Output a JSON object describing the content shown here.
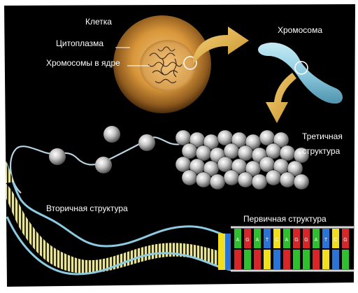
{
  "labels": {
    "cell": "Клетка",
    "cytoplasm": "Цитоплазма",
    "nuclear_chromosomes": "Хромосомы в ядре",
    "chromosome": "Хромосома",
    "tertiary_line1": "Третичная",
    "tertiary_line2": "структура",
    "secondary": "Вторичная структура",
    "primary": "Первичная структура"
  },
  "base_letters": [
    "A",
    "G",
    "A",
    "T",
    "C",
    "A",
    "G",
    "G",
    "A",
    "T",
    "C",
    "G"
  ],
  "colors": {
    "background": "#000000",
    "cell_orange": "#d8963a",
    "arrow_gold": "#e6b54a",
    "chromosome_blue": "#8ecbe0",
    "nucleosome_gray": "#c9c9c9",
    "helix_yellow": "#e9e29a",
    "base_green": "#2fbf2f",
    "base_red": "#d6262a",
    "base_yellow": "#f1df1f",
    "base_blue": "#2a74d8"
  }
}
